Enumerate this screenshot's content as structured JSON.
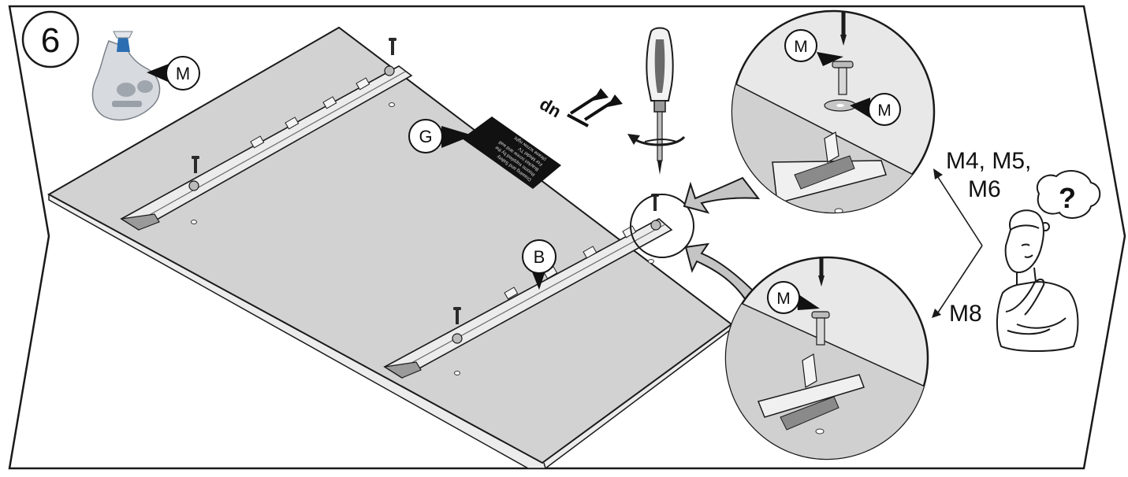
{
  "step": {
    "number": "6"
  },
  "labels": {
    "bag": "M",
    "g": "G",
    "b": "B",
    "detail_top_screw": "M",
    "detail_top_washer": "M",
    "detail_bottom_screw": "M"
  },
  "orientation": {
    "up_text": "up"
  },
  "screw_sizes": {
    "line1": "M4, M5,",
    "line2": "M6",
    "line3": "M8"
  },
  "thought": {
    "symbol": "?"
  },
  "sticker": {
    "lines": [
      "Drawing and Safety",
      "Rooms supplied by the",
      "Bracket screw and wall",
      "For Model TV",
      "please screw right"
    ]
  },
  "colors": {
    "panel": "#d2d2d2",
    "panel_edge": "#f2f2f2",
    "rail": "#e6e6e6",
    "outline": "#1a1a1a",
    "callout_arrow": "#c4c4c4",
    "sticker": "#111111"
  }
}
